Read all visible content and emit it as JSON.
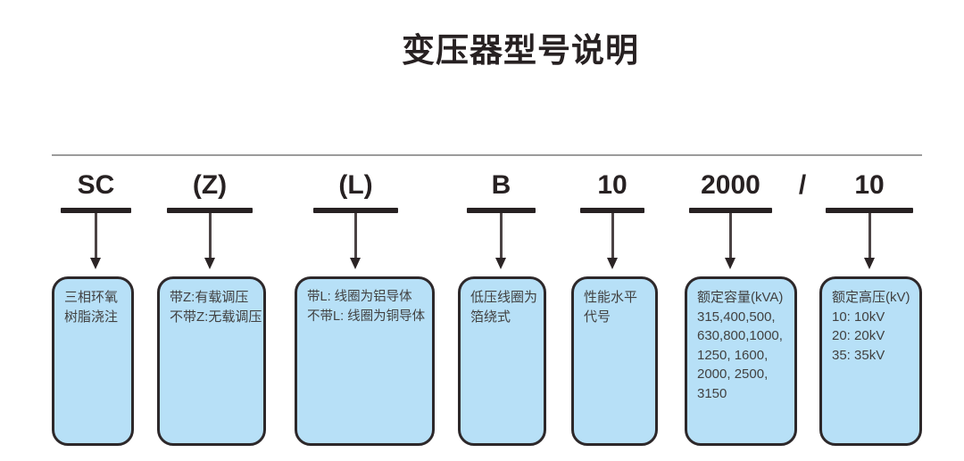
{
  "title": "变压器型号说明",
  "colors": {
    "box_fill": "#b7e0f7",
    "box_border": "#2d282a",
    "text_dark": "#272122",
    "box_text": "#414141",
    "thin_rule": "#9b9b9b"
  },
  "diagram": {
    "separator": "/",
    "segments": [
      {
        "code": "SC",
        "lines": [
          "三相环氧",
          "树脂浇注"
        ]
      },
      {
        "code": "(Z)",
        "lines": [
          "带Z:有载调压",
          "不带Z:无载调压"
        ]
      },
      {
        "code": "(L)",
        "lines": [
          "带L: 线圈为铝导体",
          "不带L: 线圈为铜导体"
        ]
      },
      {
        "code": "B",
        "lines": [
          "低压线圈为",
          "箔绕式"
        ]
      },
      {
        "code": "10",
        "lines": [
          "性能水平",
          "代号"
        ]
      },
      {
        "code": "2000",
        "lines": [
          "额定容量(kVA)",
          "315,400,500,",
          "630,800,1000,",
          "1250, 1600,",
          "2000, 2500,",
          "3150"
        ]
      },
      {
        "code": "10",
        "lines": [
          "额定高压(kV)",
          "10: 10kV",
          "20: 20kV",
          "35: 35kV"
        ]
      }
    ]
  }
}
